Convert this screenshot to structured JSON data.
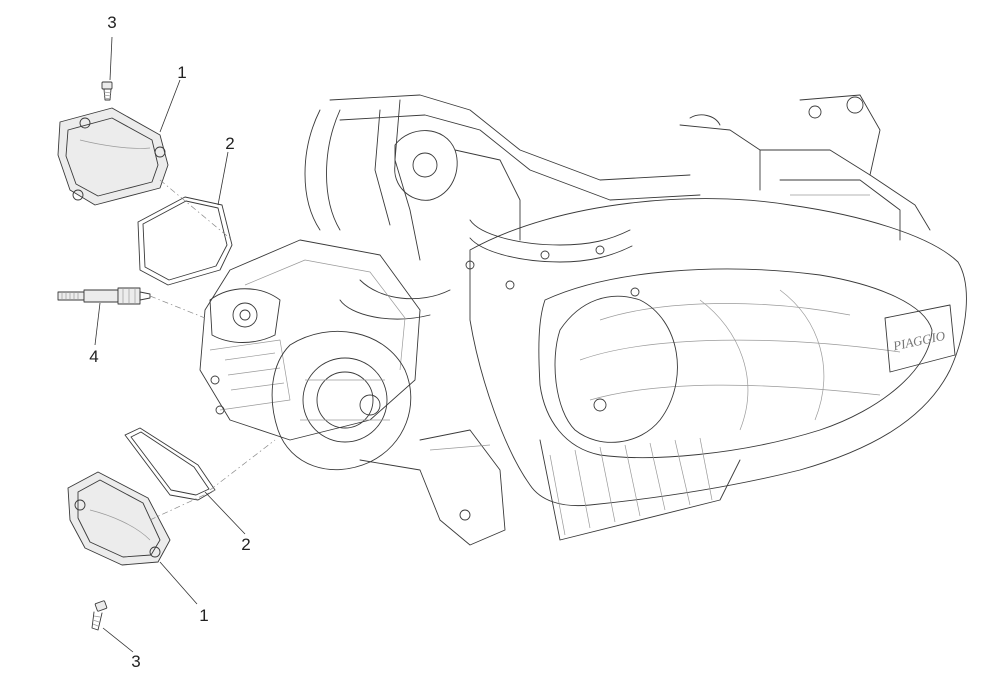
{
  "callouts": [
    {
      "id": "top-screw",
      "label": "3"
    },
    {
      "id": "top-cover",
      "label": "1"
    },
    {
      "id": "top-gasket",
      "label": "2"
    },
    {
      "id": "spark-plug",
      "label": "4"
    },
    {
      "id": "bottom-gasket",
      "label": "2"
    },
    {
      "id": "bottom-cover",
      "label": "1"
    },
    {
      "id": "bottom-screw",
      "label": "3"
    }
  ],
  "engine_logo": "PIAGGIO"
}
